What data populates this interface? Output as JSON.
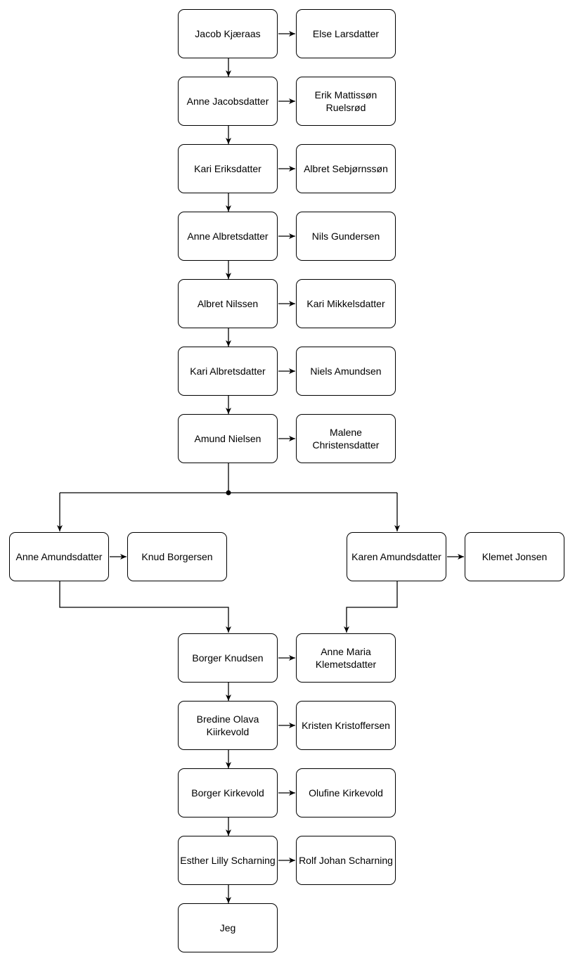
{
  "diagram": {
    "persons": {
      "jacob_kjaeraas": "Jacob Kjæraas",
      "else_larsdatter": "Else Larsdatter",
      "anne_jacobsdatter": "Anne Jacobsdatter",
      "erik_mattisson_ruelsrod": "Erik Mattissøn Ruelsrød",
      "kari_eriksdatter": "Kari Eriksdatter",
      "albret_sebjornsson": "Albret Sebjørnssøn",
      "anne_albretsdatter": "Anne Albretsdatter",
      "nils_gundersen": "Nils Gundersen",
      "albret_nilssen": "Albret Nilssen",
      "kari_mikkelsdatter": "Kari Mikkelsdatter",
      "kari_albretsdatter": "Kari Albretsdatter",
      "niels_amundsen": "Niels Amundsen",
      "amund_nielsen": "Amund Nielsen",
      "malene_christensdatter": "Malene Christensdatter",
      "anne_amundsdatter": "Anne Amundsdatter",
      "knud_borgersen": "Knud Borgersen",
      "karen_amundsdatter": "Karen Amundsdatter",
      "klemet_jonsen": "Klemet Jonsen",
      "borger_knudsen": "Borger Knudsen",
      "anne_maria_klemetsdatter": "Anne Maria Klemetsdatter",
      "bredine_olava_kiirkevold": "Bredine Olava Kiirkevold",
      "kristen_kristoffersen": "Kristen Kristoffersen",
      "borger_kirkevold": "Borger Kirkevold",
      "olufine_kirkevold": "Olufine Kirkevold",
      "esther_lilly_scharning": "Esther Lilly Scharning",
      "rolf_johan_scharning": "Rolf Johan Scharning",
      "jeg": "Jeg"
    },
    "colors": {
      "box_border": "#000000",
      "box_fill": "#ffffff",
      "connector": "#000000",
      "text": "#000000"
    }
  }
}
